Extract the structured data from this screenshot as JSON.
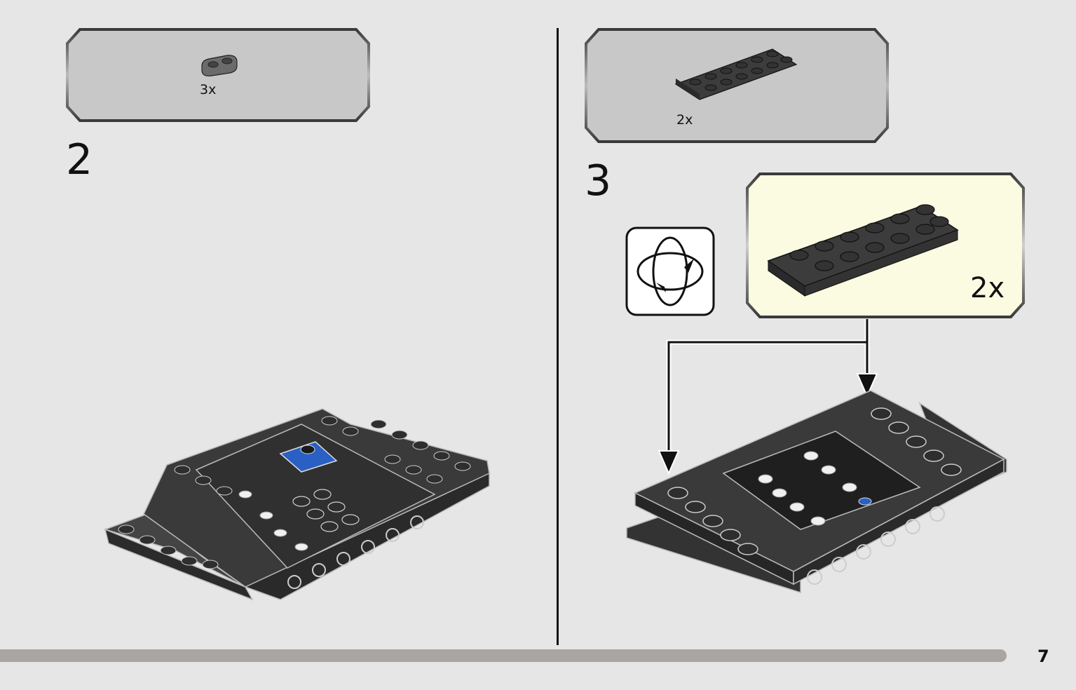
{
  "steps": [
    {
      "number": "2",
      "parts_callout": {
        "quantity": "3x",
        "part_icon": "rounded-1x2-plate-icon",
        "part_color": "#6b6b6b"
      }
    },
    {
      "number": "3",
      "parts_callout": {
        "quantity": "2x",
        "part_icon": "2x6-plate-icon",
        "part_color": "#3c3c3c"
      },
      "subassembly_callout": {
        "quantity": "2x",
        "part_icon": "2x6-plate-icon",
        "background": "#fbfbe2"
      },
      "rotate_icon": "rotate-model-icon"
    }
  ],
  "page": {
    "number": "7"
  },
  "colors": {
    "page_background": "#e6e6e6",
    "brick_black": "#333333",
    "accent_blue": "#2a5fc4",
    "progress_bar": "#aaa5a0"
  }
}
